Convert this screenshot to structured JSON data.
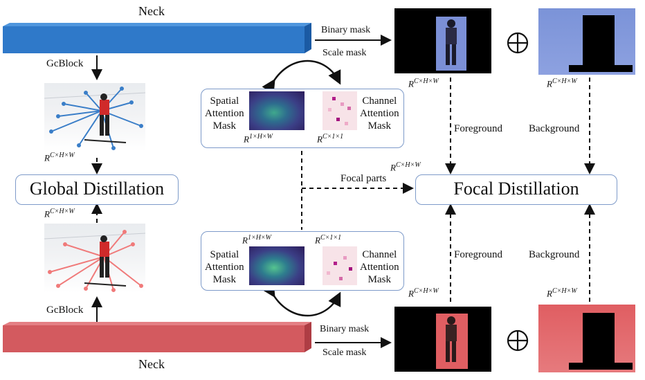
{
  "neck_top": "Neck",
  "neck_bottom": "Neck",
  "gcblock_top": "GcBlock",
  "gcblock_bottom": "GcBlock",
  "binary_mask_top": "Binary mask",
  "scale_mask_top": "Scale mask",
  "binary_mask_bottom": "Binary mask",
  "scale_mask_bottom": "Scale mask",
  "global_distillation": "Global Distillation",
  "focal_distillation": "Focal Distillation",
  "focal_parts": "Focal parts",
  "foreground": "Foreground",
  "background": "Background",
  "spatial_attention_mask": [
    "Spatial",
    "Attention",
    "Mask"
  ],
  "channel_attention_mask": [
    "Channel",
    "Attention",
    "Mask"
  ],
  "dims": {
    "r_chw": [
      "R",
      "C×H×W"
    ],
    "r_1hw": [
      "R",
      "1×H×W"
    ],
    "r_c11": [
      "R",
      "C×1×1"
    ]
  },
  "oplus": "⨁",
  "colors": {
    "student_blue": "#2f79c9",
    "teacher_red": "#d35a5f",
    "box_border": "#7d9ac9"
  }
}
